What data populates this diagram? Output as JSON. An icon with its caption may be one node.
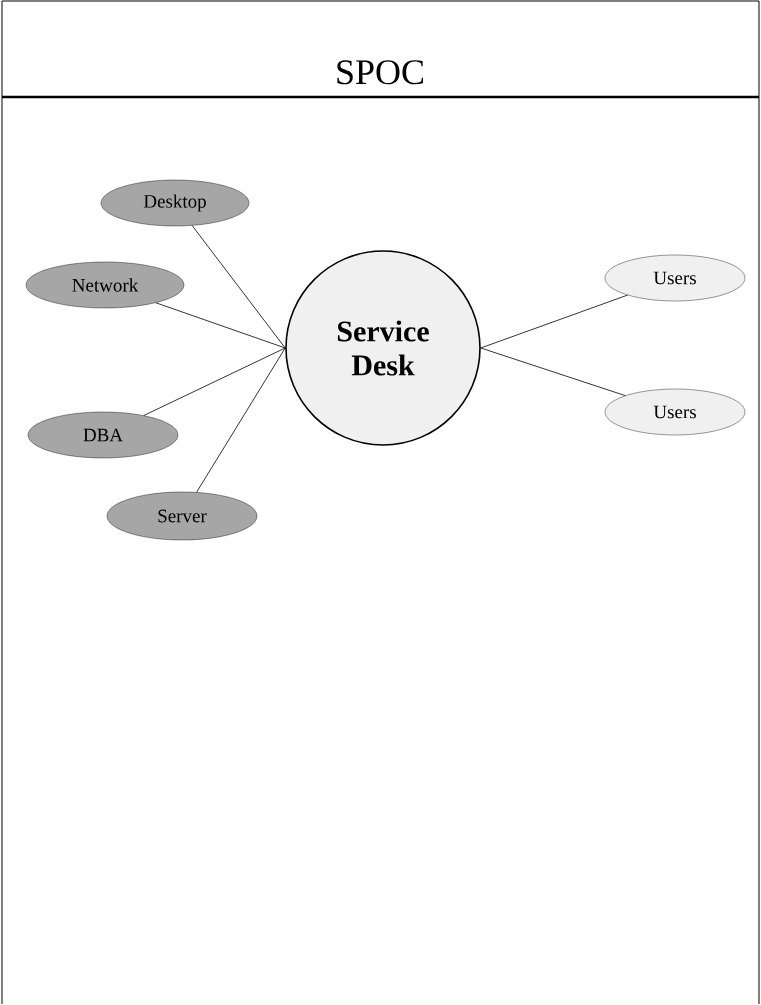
{
  "diagram": {
    "title": "SPOC",
    "nodes": [
      {
        "text": [
          "Desktop"
        ]
      },
      {
        "text": [
          "Network"
        ]
      },
      {
        "text": [
          "DBA"
        ]
      },
      {
        "text": [
          "Server"
        ]
      },
      {
        "text": [
          "Service Desk"
        ]
      },
      {
        "text": [
          "Users"
        ]
      },
      {
        "text": [
          "Users"
        ]
      }
    ],
    "edges": [
      {
        "from": 0,
        "to": 4,
        "arrow": "none"
      },
      {
        "from": 1,
        "to": 4,
        "arrow": "none"
      },
      {
        "from": 2,
        "to": 4,
        "arrow": "none"
      },
      {
        "from": 3,
        "to": 4,
        "arrow": "none"
      },
      {
        "from": 4,
        "to": 5,
        "arrow": "none"
      },
      {
        "from": 4,
        "to": 6,
        "arrow": "none"
      }
    ]
  }
}
